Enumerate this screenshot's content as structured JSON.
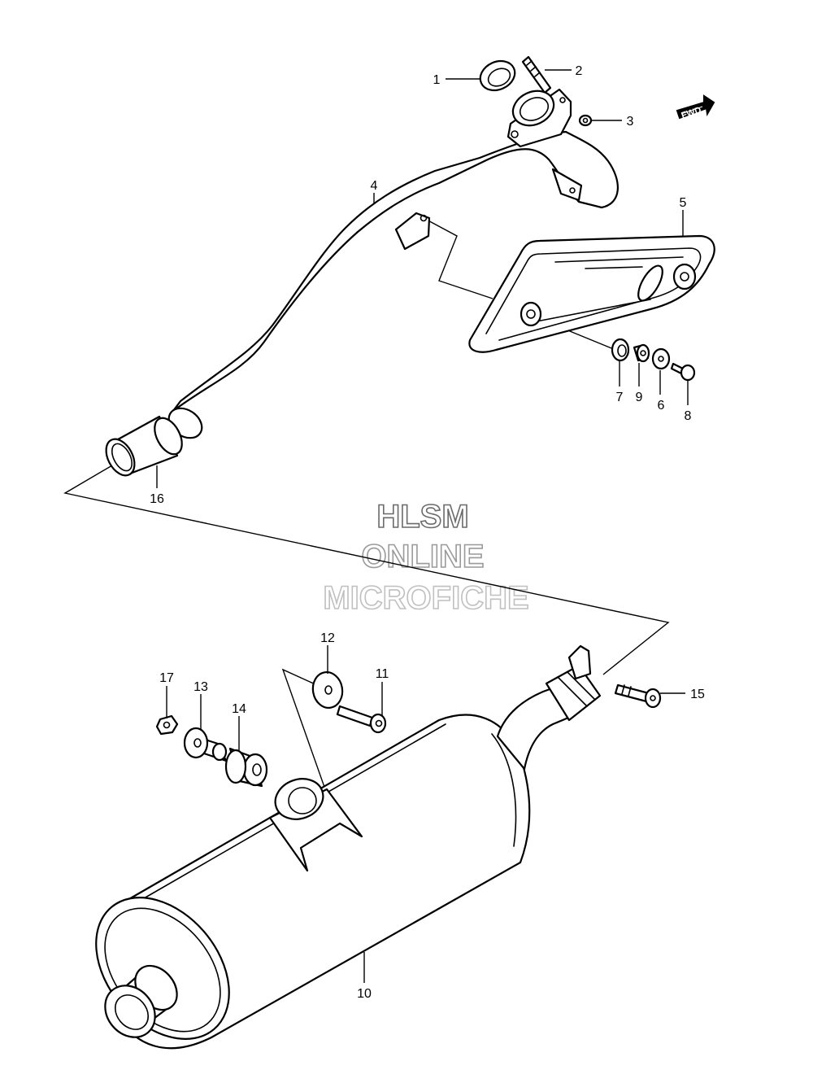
{
  "watermark": {
    "line1": "HLSM",
    "line2": "ONLINE",
    "line3": "MICROFICHE"
  },
  "direction_badge": {
    "text": "FWD",
    "icon": "forward-arrow-icon"
  },
  "callouts": [
    {
      "id": "1",
      "label": "1"
    },
    {
      "id": "2",
      "label": "2"
    },
    {
      "id": "3",
      "label": "3"
    },
    {
      "id": "4",
      "label": "4"
    },
    {
      "id": "5",
      "label": "5"
    },
    {
      "id": "6",
      "label": "6"
    },
    {
      "id": "7",
      "label": "7"
    },
    {
      "id": "8",
      "label": "8"
    },
    {
      "id": "9",
      "label": "9"
    },
    {
      "id": "10",
      "label": "10"
    },
    {
      "id": "11",
      "label": "11"
    },
    {
      "id": "12",
      "label": "12"
    },
    {
      "id": "13",
      "label": "13"
    },
    {
      "id": "14",
      "label": "14"
    },
    {
      "id": "15",
      "label": "15"
    },
    {
      "id": "16",
      "label": "16"
    },
    {
      "id": "17",
      "label": "17"
    }
  ]
}
